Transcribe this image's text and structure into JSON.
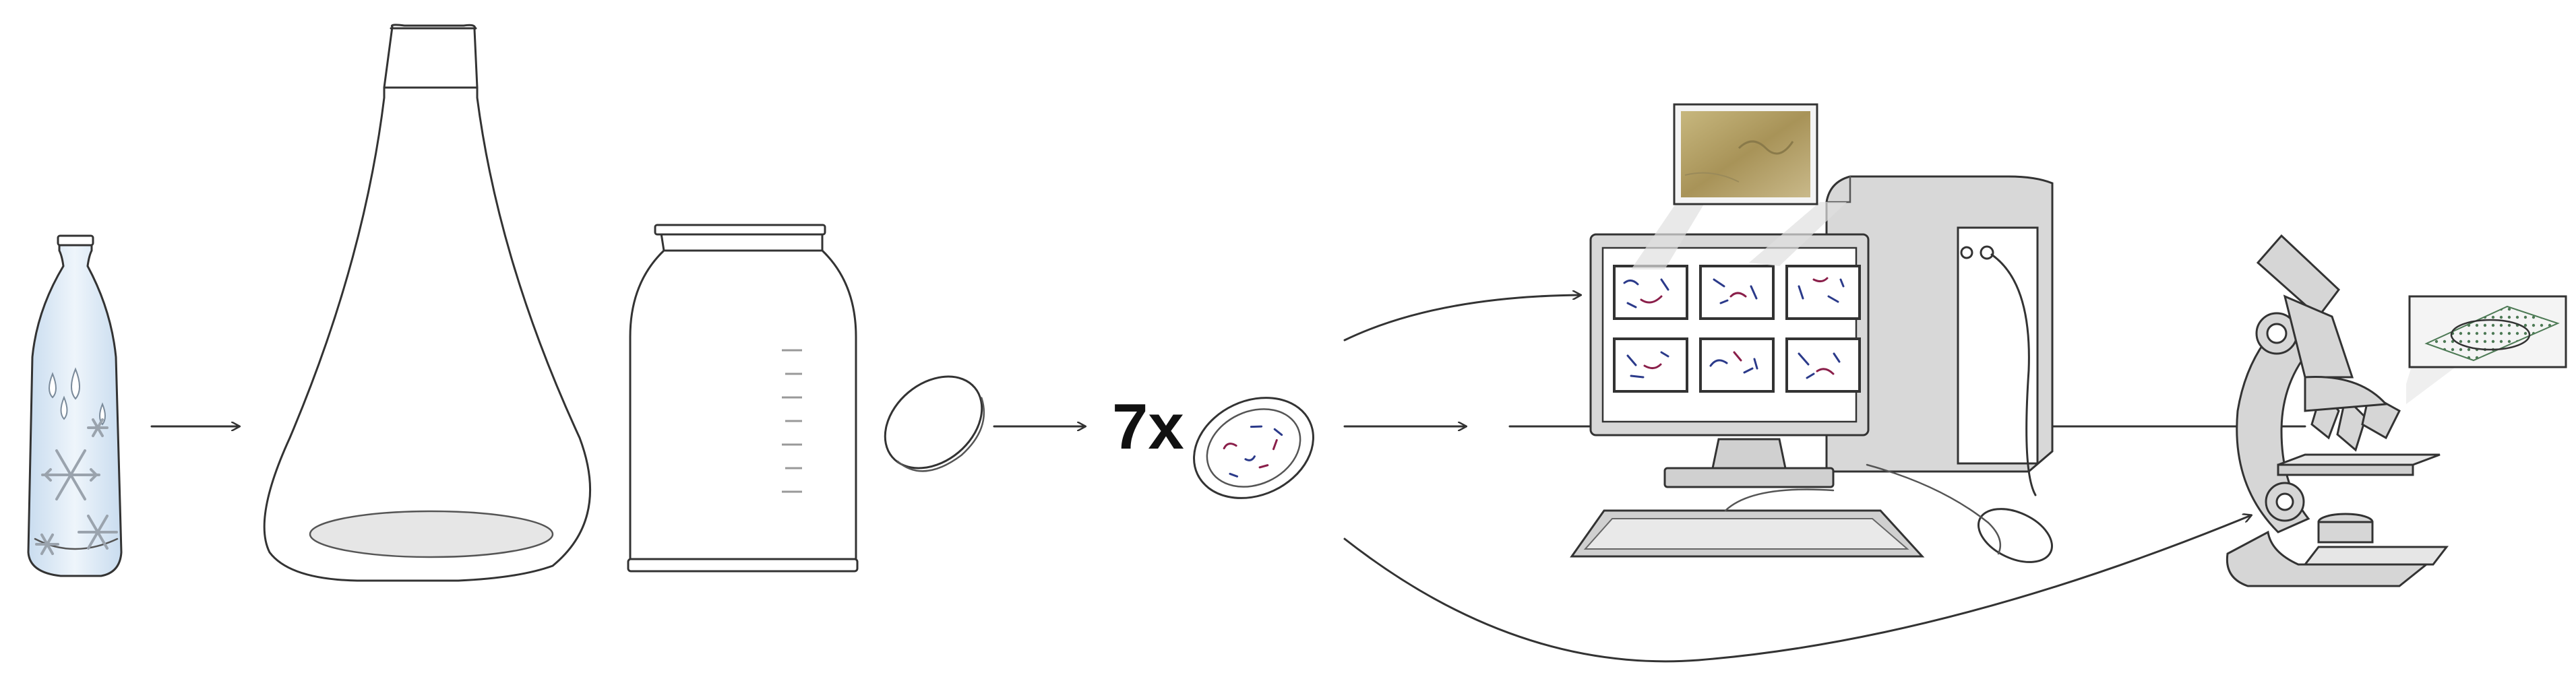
{
  "steps": [
    {
      "id": "bottle",
      "name": "water-bottle"
    },
    {
      "id": "flask",
      "name": "erlenmeyer-flask"
    },
    {
      "id": "jar",
      "name": "filtration-jar"
    },
    {
      "id": "filter",
      "name": "filter-membrane"
    },
    {
      "id": "petri",
      "name": "petri-dish"
    },
    {
      "id": "computer",
      "name": "computer-analysis"
    },
    {
      "id": "microscope",
      "name": "microscope"
    }
  ],
  "multiplier": {
    "text": "7x"
  },
  "colors": {
    "stroke": "#333333",
    "bottle_fill": "#dbe9f6",
    "drop_fill": "#ffffff",
    "snowflake": "#9aa3ad",
    "device_gray": "#d6d6d6",
    "micrograph": "#b9a66b",
    "grid_green": "#4d7a55",
    "fiber_blue": "#2b3a8a",
    "fiber_red": "#8a1f4a"
  },
  "screen_grid": {
    "rows": 2,
    "cols": 3
  }
}
